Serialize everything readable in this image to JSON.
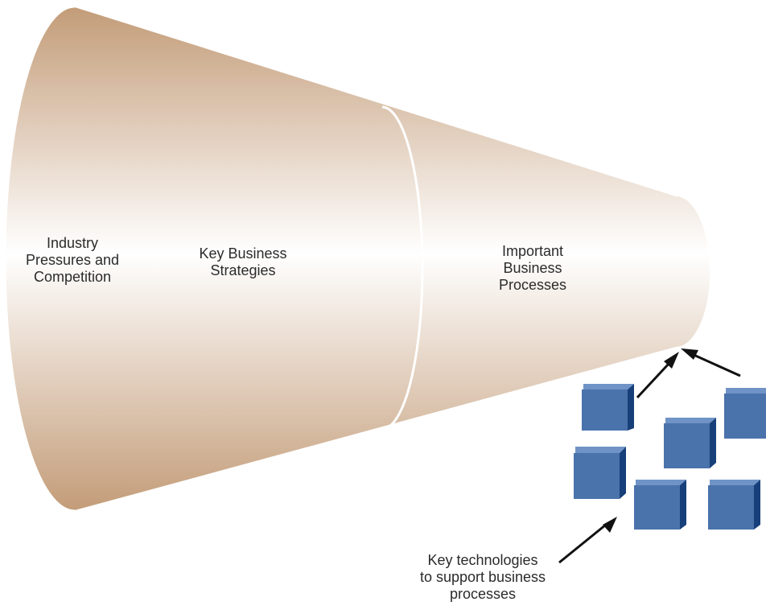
{
  "diagram": {
    "funnel_sections": [
      {
        "lines": [
          "Industry",
          "Pressures and",
          "Competition"
        ]
      },
      {
        "lines": [
          "Key Business",
          "Strategies"
        ]
      },
      {
        "lines": [
          "Important",
          "Business",
          "Processes"
        ]
      }
    ],
    "technologies_label": {
      "lines": [
        "Key technologies",
        "to support business",
        "processes"
      ]
    }
  },
  "colors": {
    "funnel_edge": "#c39c78",
    "funnel_highlight": "#ffffff",
    "divider": "#ffffff",
    "cube_front": "#4a72ab",
    "cube_top": "#6f93c6",
    "cube_side": "#17407a",
    "arrow": "#111111"
  },
  "icons": [
    "cube-icon",
    "arrow-icon"
  ]
}
